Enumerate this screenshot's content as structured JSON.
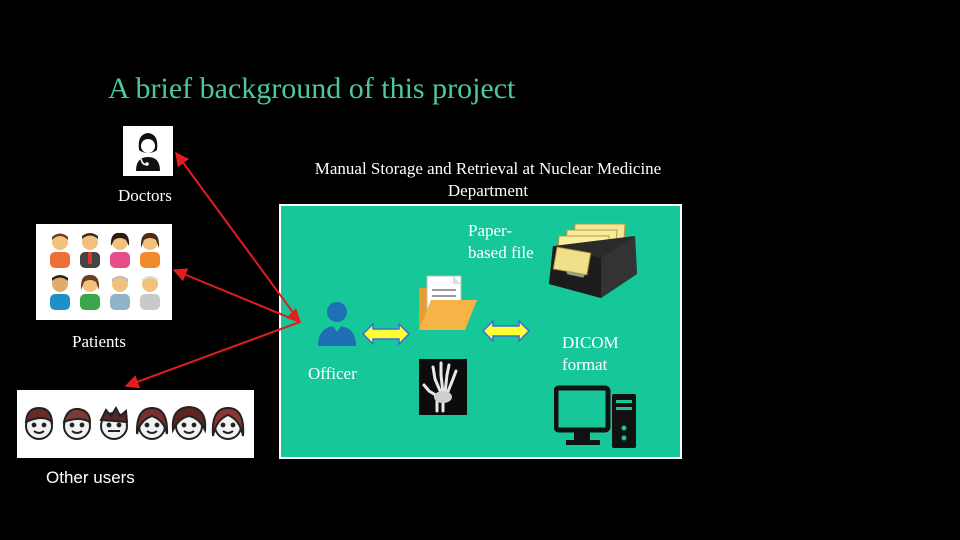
{
  "slide": {
    "title": "A brief background of this project"
  },
  "users": {
    "doctors_label": "Doctors",
    "patients_label": "Patients",
    "other_users_label": "Other users"
  },
  "panel": {
    "title_line1": "Manual Storage and Retrieval at Nuclear Medicine",
    "title_line2": "Department",
    "paper_label_line1": "Paper-",
    "paper_label_line2": "based file",
    "officer_label": "Officer",
    "dicom_label_line1": "DICOM",
    "dicom_label_line2": "format"
  },
  "colors": {
    "title": "#4ec7a0",
    "panel_bg": "#16c79a",
    "arrows": "#e11d1d",
    "swap_arrow_fill": "#ffff33",
    "officer_icon": "#1f6fb5"
  },
  "icons": [
    "doctor-icon",
    "patients-group-icon",
    "other-users-faces-icon",
    "officer-user-icon",
    "document-folder-icon",
    "file-box-icon",
    "xray-hand-icon",
    "computer-tower-icon",
    "double-arrow-icon"
  ]
}
